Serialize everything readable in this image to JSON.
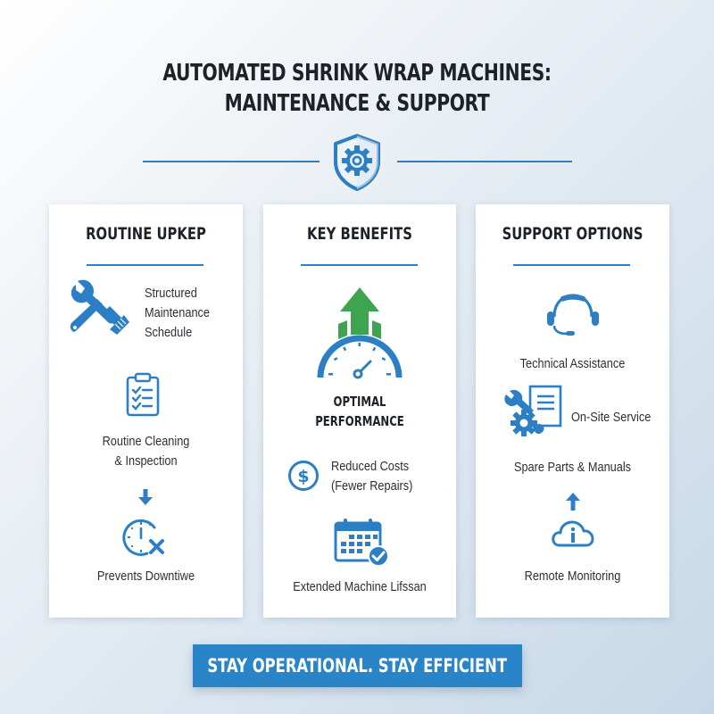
{
  "header": {
    "title_line1": "AUTOMATED SHRINK WRAP MACHINES:",
    "title_line2": "MAINTENANCE & SUPPORT",
    "emblem_icon": "shield-gear-icon"
  },
  "colors": {
    "accent_blue": "#2c7fc4",
    "banner_blue": "#2a84c8",
    "growth_green": "#3ea44f",
    "text_dark": "#1d2228",
    "card_bg": "#ffffff"
  },
  "cards": [
    {
      "title": "ROUTINE UPKEP",
      "items": [
        {
          "icon": "wrench-brush-icon",
          "label_lines": [
            "Structured",
            "Maintenance",
            "Schedule"
          ]
        },
        {
          "icon": "clipboard-checklist-icon",
          "label_lines": [
            "Routine Cleaning",
            "& Inspection"
          ]
        },
        {
          "icon": "arrow-down-icon"
        },
        {
          "icon": "clock-x-icon",
          "label": "Prevents Downtiwe"
        }
      ]
    },
    {
      "title": "KEY BENEFITS",
      "items": [
        {
          "icon": "arrow-up-gauge-icon",
          "label_lines": [
            "OPTIMAL",
            "PERFORMANCE"
          ]
        },
        {
          "icon": "dollar-circle-icon",
          "label_lines": [
            "Reduced Costs",
            "(Fewer Repairs)"
          ]
        },
        {
          "icon": "calendar-check-icon",
          "label": "Extended Machine Lifssan"
        }
      ]
    },
    {
      "title": "SUPPORT OPTIONS",
      "items": [
        {
          "icon": "headset-icon",
          "label": "Technical Assistance"
        },
        {
          "icon": "wrench-gear-document-icon",
          "label": "On-Site Service"
        },
        {
          "label": "Spare Parts & Manuals"
        },
        {
          "icon": "arrow-up-icon"
        },
        {
          "icon": "cloud-info-icon",
          "label": "Remote Monitoring"
        }
      ]
    }
  ],
  "banner": {
    "text": "STAY OPERATIONAL. STAY EFFICIENT"
  }
}
